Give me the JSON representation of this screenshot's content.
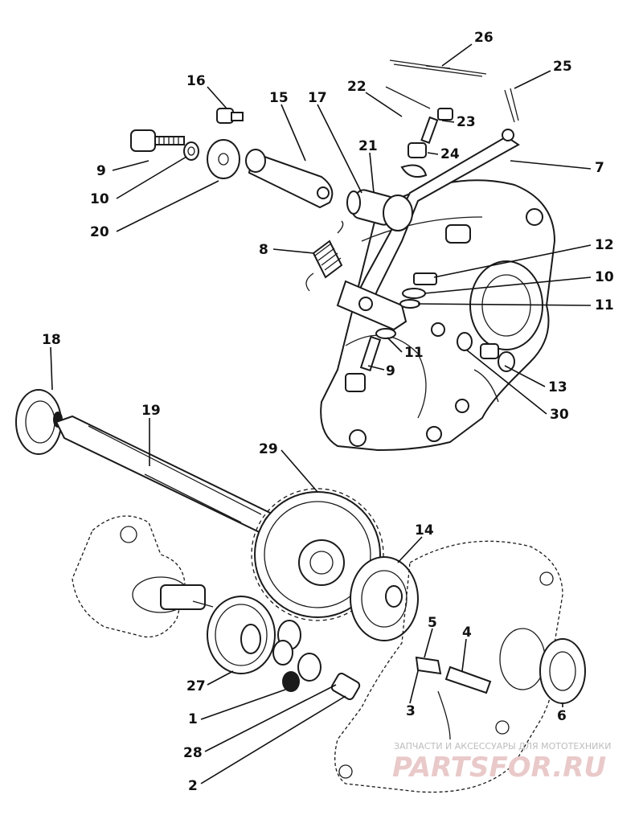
{
  "callouts": [
    {
      "id": "26",
      "text": "26"
    },
    {
      "id": "25",
      "text": "25"
    },
    {
      "id": "16",
      "text": "16"
    },
    {
      "id": "15",
      "text": "15"
    },
    {
      "id": "17",
      "text": "17"
    },
    {
      "id": "22",
      "text": "22"
    },
    {
      "id": "23",
      "text": "23"
    },
    {
      "id": "21",
      "text": "21"
    },
    {
      "id": "24",
      "text": "24"
    },
    {
      "id": "7",
      "text": "7"
    },
    {
      "id": "9a",
      "text": "9"
    },
    {
      "id": "10a",
      "text": "10"
    },
    {
      "id": "20",
      "text": "20"
    },
    {
      "id": "8",
      "text": "8"
    },
    {
      "id": "12",
      "text": "12"
    },
    {
      "id": "10b",
      "text": "10"
    },
    {
      "id": "11a",
      "text": "11"
    },
    {
      "id": "11b",
      "text": "11"
    },
    {
      "id": "9b",
      "text": "9"
    },
    {
      "id": "13",
      "text": "13"
    },
    {
      "id": "30",
      "text": "30"
    },
    {
      "id": "18",
      "text": "18"
    },
    {
      "id": "19",
      "text": "19"
    },
    {
      "id": "29",
      "text": "29"
    },
    {
      "id": "14",
      "text": "14"
    },
    {
      "id": "5",
      "text": "5"
    },
    {
      "id": "4",
      "text": "4"
    },
    {
      "id": "27",
      "text": "27"
    },
    {
      "id": "1",
      "text": "1"
    },
    {
      "id": "3",
      "text": "3"
    },
    {
      "id": "6",
      "text": "6"
    },
    {
      "id": "28",
      "text": "28"
    },
    {
      "id": "2",
      "text": "2"
    }
  ],
  "watermark": {
    "caption": "ЗАПЧАСТИ И АКСЕССУАРЫ ДЛЯ МОТОТЕХНИКИ",
    "brand": "PARTSFOR.RU"
  }
}
